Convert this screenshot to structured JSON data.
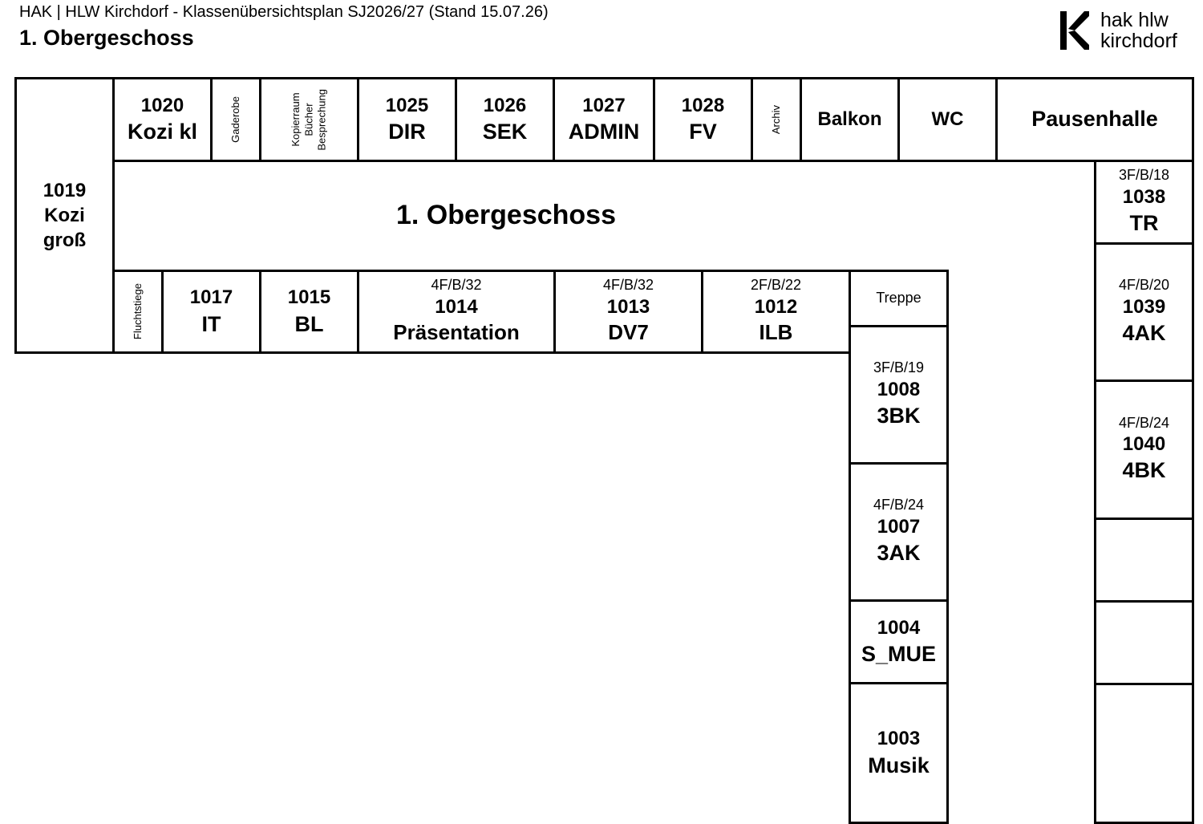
{
  "header": {
    "subtitle": "HAK | HLW Kirchdorf - Klassenübersichtsplan SJ2026/27 (Stand 15.07.26)",
    "title": "1. Obergeschoss"
  },
  "logo": {
    "line1": "hak hlw",
    "line2": "kirchdorf"
  },
  "corridor": {
    "label": "1. Obergeschoss"
  },
  "rooms": {
    "r1019": {
      "num": "1019",
      "name1": "Kozi",
      "name2": "groß"
    },
    "r1020": {
      "num": "1020",
      "name": "Kozi kl"
    },
    "gaderobe": {
      "label": "Gaderobe"
    },
    "kopierraum": {
      "l1": "Kopierraum",
      "l2": "Bücher",
      "l3": "Besprechung"
    },
    "r1025": {
      "num": "1025",
      "name": "DIR"
    },
    "r1026": {
      "num": "1026",
      "name": "SEK"
    },
    "r1027": {
      "num": "1027",
      "name": "ADMIN"
    },
    "r1028": {
      "num": "1028",
      "name": "FV"
    },
    "archiv": {
      "label": "Archiv"
    },
    "balkon": {
      "label": "Balkon"
    },
    "wc": {
      "label": "WC"
    },
    "pausenhalle": {
      "label": "Pausenhalle"
    },
    "r1038": {
      "cap": "3F/B/18",
      "num": "1038",
      "name": "TR"
    },
    "r1039": {
      "cap": "4F/B/20",
      "num": "1039",
      "name": "4AK"
    },
    "r1040": {
      "cap": "4F/B/24",
      "num": "1040",
      "name": "4BK"
    },
    "fluchtstiege": {
      "label": "Fluchtstiege"
    },
    "r1017": {
      "num": "1017",
      "name": "IT"
    },
    "r1015": {
      "num": "1015",
      "name": "BL"
    },
    "r1014": {
      "cap": "4F/B/32",
      "num": "1014",
      "name": "Präsentation"
    },
    "r1013": {
      "cap": "4F/B/32",
      "num": "1013",
      "name": "DV7"
    },
    "r1012": {
      "cap": "2F/B/22",
      "num": "1012",
      "name": "ILB"
    },
    "treppe": {
      "label": "Treppe"
    },
    "r1008": {
      "cap": "3F/B/19",
      "num": "1008",
      "name": "3BK"
    },
    "r1007": {
      "cap": "4F/B/24",
      "num": "1007",
      "name": "3AK"
    },
    "r1004": {
      "num": "1004",
      "name": "S_MUE"
    },
    "r1003": {
      "num": "1003",
      "name": "Musik"
    }
  }
}
